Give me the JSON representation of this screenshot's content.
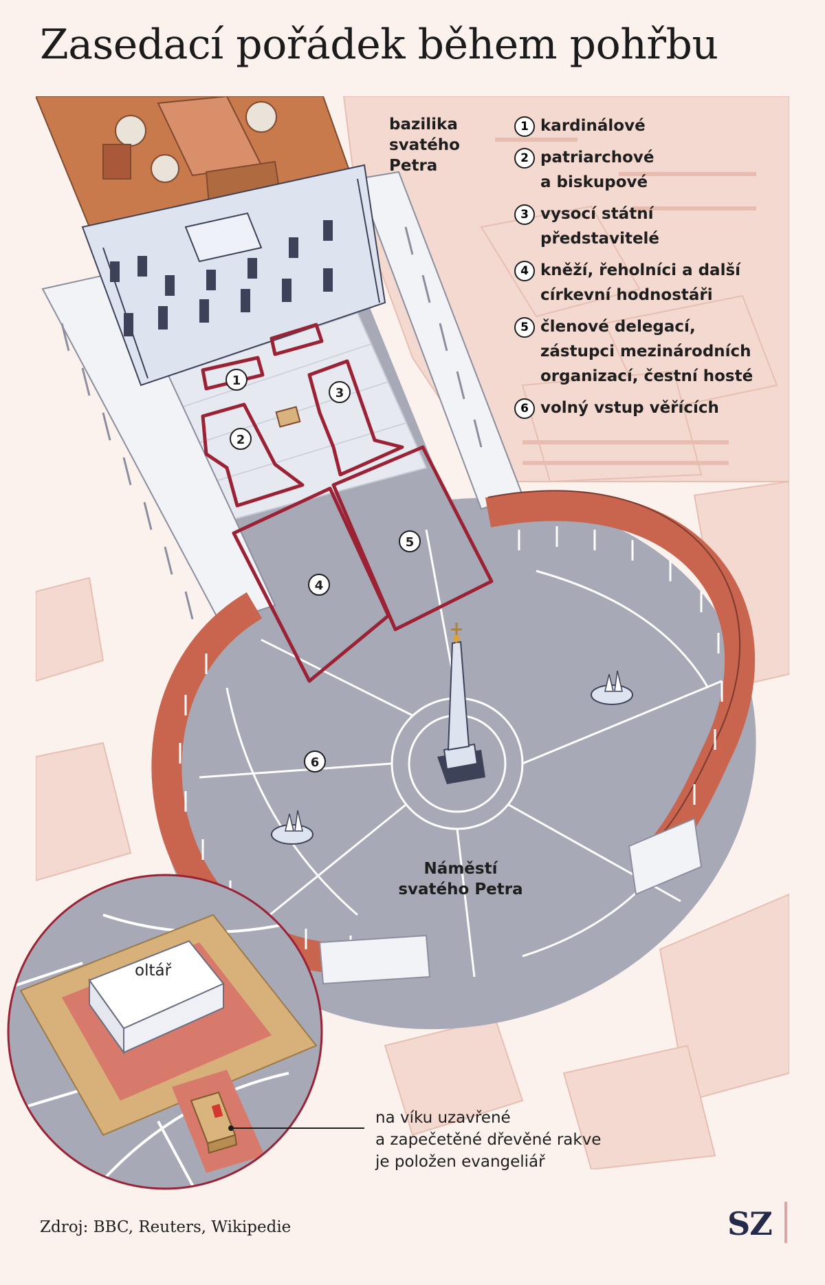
{
  "title": "Zasedací pořádek během pohřbu",
  "labels": {
    "basilica": [
      "bazilika",
      "svatého",
      "Petra"
    ],
    "square": [
      "Náměstí",
      "svatého Petra"
    ],
    "altar": "oltář"
  },
  "legend": [
    {
      "num": "1",
      "lines": [
        "kardinálové"
      ]
    },
    {
      "num": "2",
      "lines": [
        "patriarchové",
        "a biskupové"
      ]
    },
    {
      "num": "3",
      "lines": [
        "vysocí státní",
        "představitelé"
      ]
    },
    {
      "num": "4",
      "lines": [
        "kněží, řeholníci a další",
        "církevní hodnostáři"
      ]
    },
    {
      "num": "5",
      "lines": [
        "členové delegací,",
        "zástupci mezinárodních",
        "organizací, čestní hosté"
      ]
    },
    {
      "num": "6",
      "lines": [
        "volný vstup věřících"
      ]
    }
  ],
  "zone_markers": [
    "1",
    "2",
    "3",
    "4",
    "5",
    "6"
  ],
  "note": [
    "na víku uzavřené",
    "a zapečetěné dřevěné rakve",
    "je položen evangeliář"
  ],
  "source": "Zdroj: BBC, Reuters, Wikipedie",
  "logo": "SZ",
  "colors": {
    "background": "#fbf1ed",
    "buildings": "#f4dcd3",
    "pavement": "#a7a9b6",
    "colonnade_roof": "#c9654f",
    "zone_outline": "#9b2235",
    "facade": "#dde3ef",
    "basilica_roof": "#c97a4c"
  }
}
